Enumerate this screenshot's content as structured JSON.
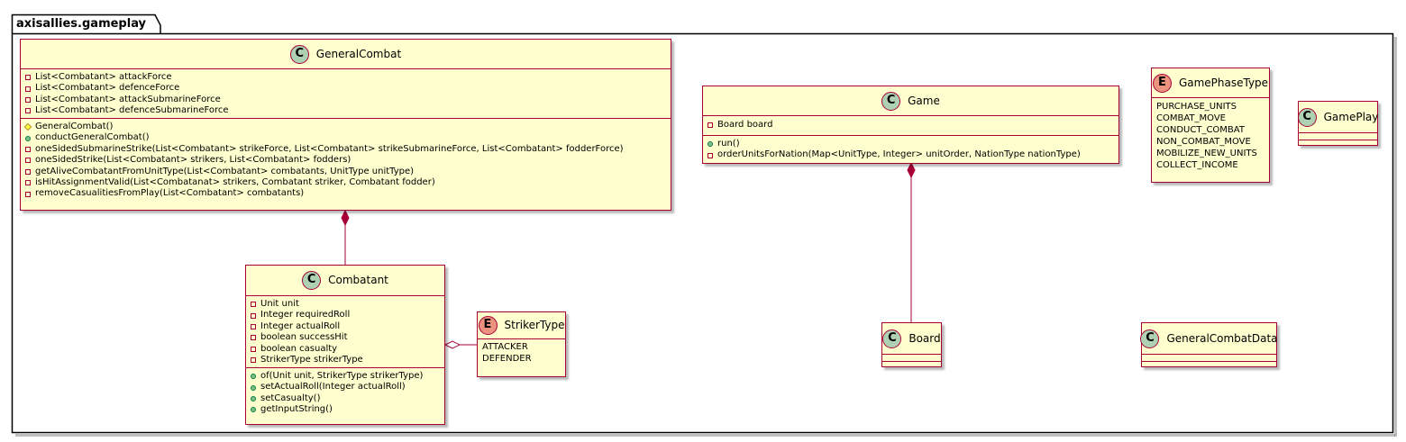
{
  "package": {
    "name": "axisallies.gameplay"
  },
  "colors": {
    "class_fill": "#fefece",
    "class_border": "#a80036",
    "class_badge": "#add1b2",
    "enum_badge": "#eb937f",
    "public_marker": "#84be84",
    "protected_marker": "#ffff44"
  },
  "classes": {
    "general_combat": {
      "kind": "C",
      "name": "GeneralCombat",
      "fields": [
        {
          "vis": "private",
          "text": "List<Combatant> attackForce"
        },
        {
          "vis": "private",
          "text": "List<Combatant> defenceForce"
        },
        {
          "vis": "private",
          "text": "List<Combatant> attackSubmarineForce"
        },
        {
          "vis": "private",
          "text": "List<Combatant> defenceSubmarineForce"
        }
      ],
      "methods": [
        {
          "vis": "protected",
          "text": "GeneralCombat()"
        },
        {
          "vis": "public",
          "text": "conductGeneralCombat()"
        },
        {
          "vis": "private",
          "text": "oneSidedSubmarineStrike(List<Combatant> strikeForce, List<Combatant> strikeSubmarineForce, List<Combatant> fodderForce)"
        },
        {
          "vis": "private",
          "text": "oneSidedStrike(List<Combatant> strikers, List<Combatant> fodders)"
        },
        {
          "vis": "private",
          "text": "getAliveCombatantFromUnitType(List<Combatant> combatants, UnitType unitType)"
        },
        {
          "vis": "private",
          "text": "isHitAssignmentValid(List<Combatanat> strikers, Combatant striker, Combatant fodder)"
        },
        {
          "vis": "private",
          "text": "removeCasualitiesFromPlay(List<Combatant> combatants)"
        }
      ]
    },
    "combatant": {
      "kind": "C",
      "name": "Combatant",
      "fields": [
        {
          "vis": "private",
          "text": "Unit unit"
        },
        {
          "vis": "private",
          "text": "Integer requiredRoll"
        },
        {
          "vis": "private",
          "text": "Integer actualRoll"
        },
        {
          "vis": "private",
          "text": "boolean successHit"
        },
        {
          "vis": "private",
          "text": "boolean casualty"
        },
        {
          "vis": "private",
          "text": "StrikerType strikerType"
        }
      ],
      "methods": [
        {
          "vis": "public",
          "text": "of(Unit unit, StrikerType strikerType)"
        },
        {
          "vis": "public",
          "text": "setActualRoll(Integer actualRoll)"
        },
        {
          "vis": "public",
          "text": "setCasualty()"
        },
        {
          "vis": "public",
          "text": "getInputString()"
        }
      ]
    },
    "striker_type": {
      "kind": "E",
      "name": "StrikerType",
      "constants": [
        "ATTACKER",
        "DEFENDER"
      ]
    },
    "game": {
      "kind": "C",
      "name": "Game",
      "fields": [
        {
          "vis": "private",
          "text": "Board board"
        }
      ],
      "methods": [
        {
          "vis": "public",
          "text": "run()"
        },
        {
          "vis": "private",
          "text": "orderUnitsForNation(Map<UnitType, Integer> unitOrder, NationType nationType)"
        }
      ]
    },
    "board": {
      "kind": "C",
      "name": "Board",
      "fields": [],
      "methods": []
    },
    "game_phase_type": {
      "kind": "E",
      "name": "GamePhaseType",
      "constants": [
        "PURCHASE_UNITS",
        "COMBAT_MOVE",
        "CONDUCT_COMBAT",
        "NON_COMBAT_MOVE",
        "MOBILIZE_NEW_UNITS",
        "COLLECT_INCOME"
      ]
    },
    "game_play": {
      "kind": "C",
      "name": "GamePlay",
      "fields": [],
      "methods": []
    },
    "general_combat_data": {
      "kind": "C",
      "name": "GeneralCombatData",
      "fields": [],
      "methods": []
    }
  },
  "relations": [
    {
      "from": "general_combat",
      "to": "combatant",
      "type": "composition"
    },
    {
      "from": "game",
      "to": "board",
      "type": "composition"
    },
    {
      "from": "combatant",
      "to": "striker_type",
      "type": "aggregation"
    }
  ]
}
